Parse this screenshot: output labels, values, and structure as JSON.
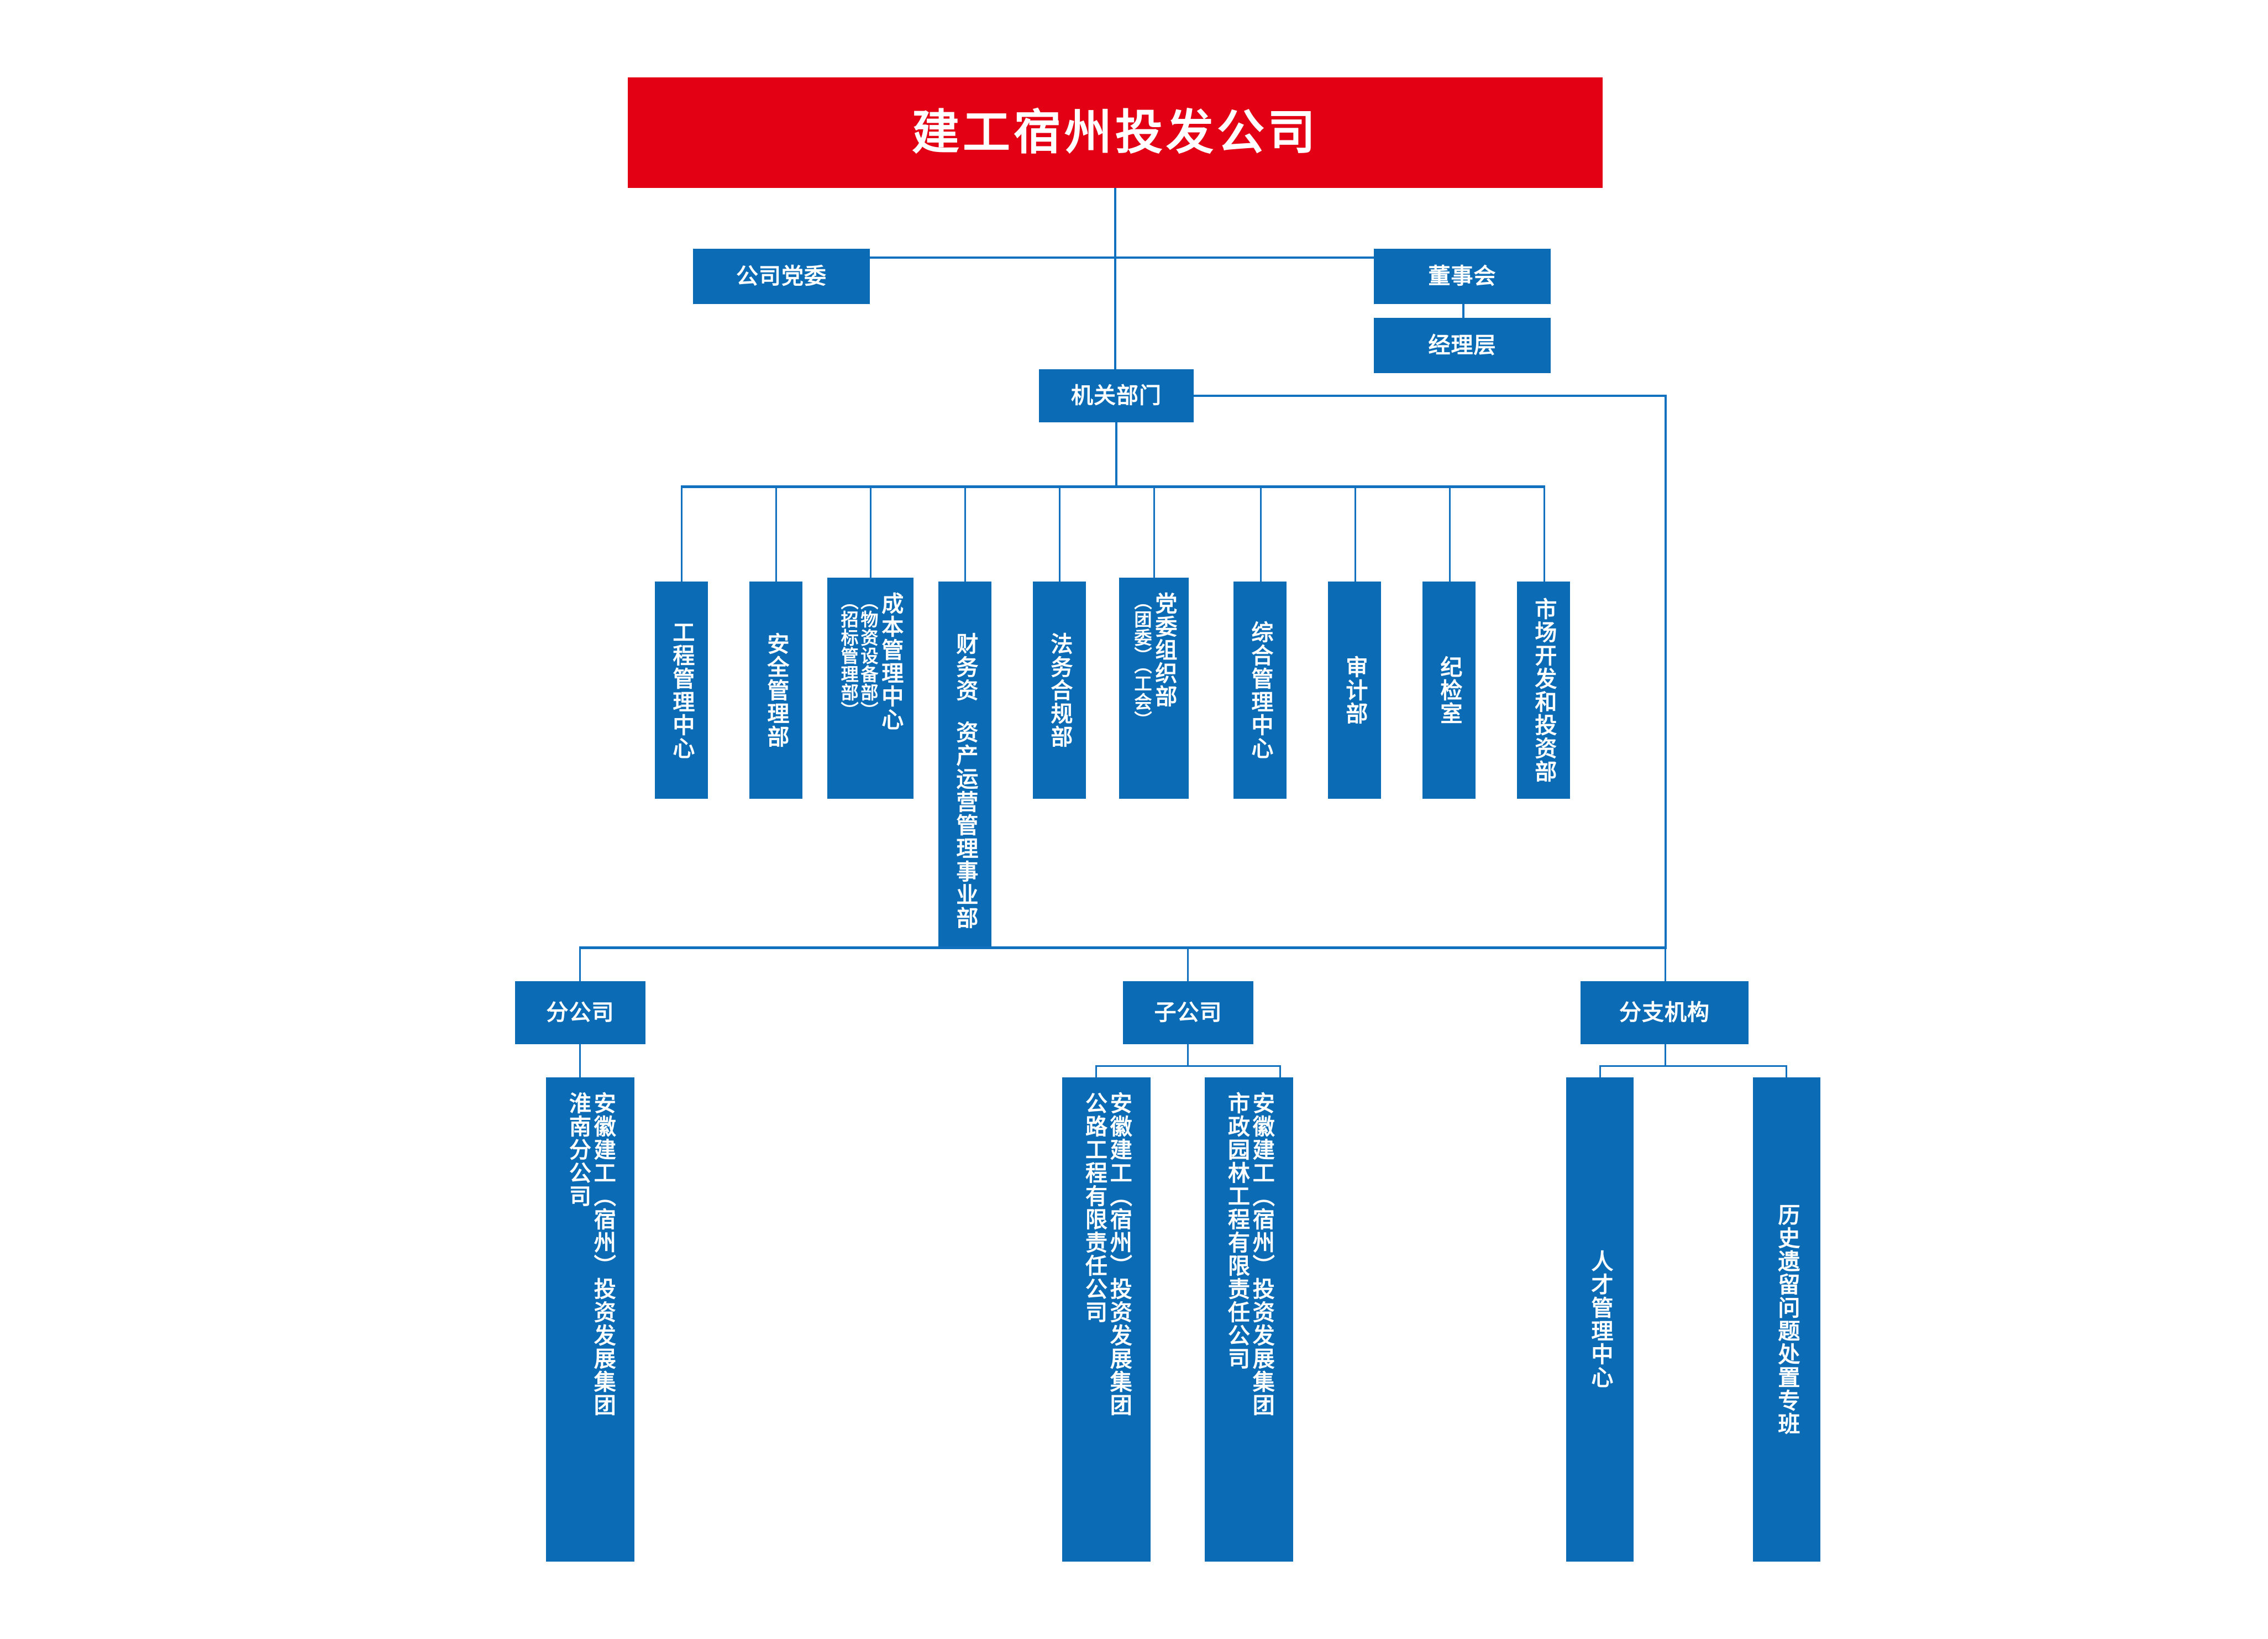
{
  "colors": {
    "root_red": "#E30014",
    "box_blue": "#0B6CB5",
    "line_blue": "#1271BE",
    "text_white": "#FFFFFF"
  },
  "root": {
    "label": "建工宿州投发公司"
  },
  "level2": {
    "party_committee": "公司党委",
    "board": "董事会",
    "management": "经理层",
    "departments_node": "机关部门"
  },
  "departments": [
    {
      "id": "engineering-management-center",
      "lines": [
        "工程管理中心"
      ]
    },
    {
      "id": "safety-management-dept",
      "lines": [
        "安全管理部"
      ]
    },
    {
      "id": "cost-management-center",
      "lines": [
        "成本管理中心",
        "（物资设备部）",
        "（招标管理部）"
      ]
    },
    {
      "id": "finance-asset-dept",
      "lines": [
        "财务资产部"
      ]
    },
    {
      "id": "legal-compliance-dept",
      "lines": [
        "法务合规部"
      ]
    },
    {
      "id": "party-organization-dept",
      "lines": [
        "党委组织部",
        "（团委）（工会）"
      ]
    },
    {
      "id": "general-management-center",
      "lines": [
        "综合管理中心"
      ]
    },
    {
      "id": "audit-dept",
      "lines": [
        "审计部"
      ]
    },
    {
      "id": "discipline-inspection-office",
      "lines": [
        "纪检室"
      ]
    },
    {
      "id": "market-development-investment-dept",
      "lines": [
        "市场开发和投资部"
      ]
    }
  ],
  "asset_operation": {
    "label": "资产运营管理事业部"
  },
  "groups": {
    "branch": {
      "label": "分公司",
      "children": [
        {
          "id": "huainan-branch",
          "lines": [
            "安徽建工（宿州）投资发展集团",
            "淮南分公司"
          ]
        }
      ]
    },
    "subsidiary": {
      "label": "子公司",
      "children": [
        {
          "id": "highway-engineering-co",
          "lines": [
            "安徽建工（宿州）投资发展集团",
            "公路工程有限责任公司"
          ]
        },
        {
          "id": "municipal-landscape-co",
          "lines": [
            "安徽建工（宿州）投资发展集团",
            "市政园林工程有限责任公司"
          ]
        }
      ]
    },
    "affiliate": {
      "label": "分支机构",
      "children": [
        {
          "id": "talent-management-center",
          "lines": [
            "人才管理中心"
          ]
        },
        {
          "id": "legacy-issue-taskforce",
          "lines": [
            "历史遗留问题处置专班"
          ]
        }
      ]
    }
  }
}
